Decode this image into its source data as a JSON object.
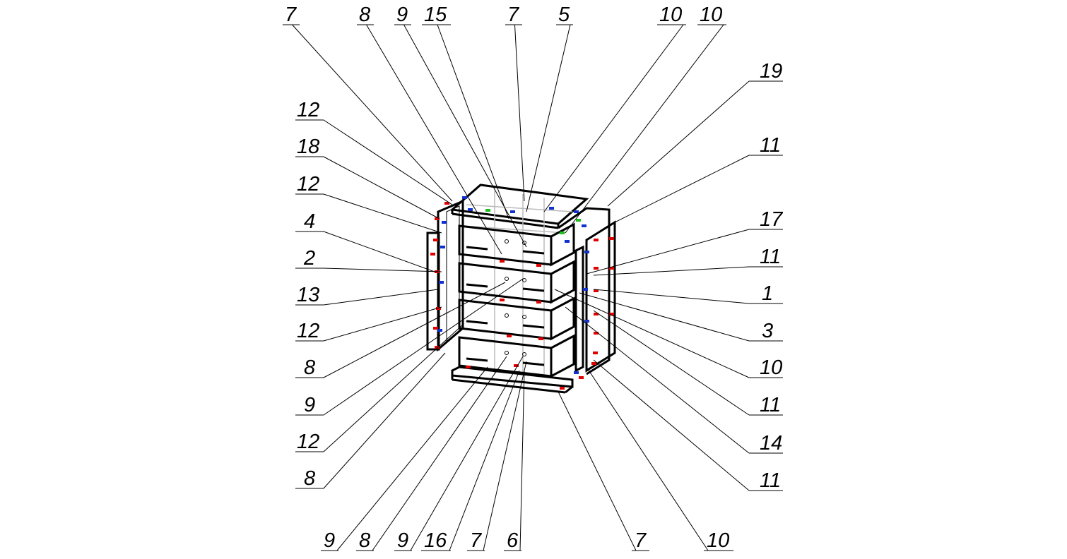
{
  "diagram": {
    "type": "exploded-assembly",
    "colors": {
      "line": "#000000",
      "hidden": "#bbbbbb",
      "fastener_red": "#e00000",
      "fastener_blue": "#1030d0",
      "fastener_green": "#20c020"
    },
    "callouts_top": [
      "7",
      "8",
      "9",
      "15",
      "7",
      "5",
      "10",
      "10"
    ],
    "callouts_right": [
      "19",
      "11",
      "17",
      "11",
      "1",
      "3",
      "10",
      "11",
      "14",
      "11"
    ],
    "callouts_left": [
      "12",
      "18",
      "12",
      "4",
      "2",
      "13",
      "12",
      "8",
      "9",
      "12",
      "8"
    ],
    "callouts_bottom": [
      "9",
      "8",
      "9",
      "16",
      "7",
      "6",
      "7",
      "10"
    ]
  }
}
